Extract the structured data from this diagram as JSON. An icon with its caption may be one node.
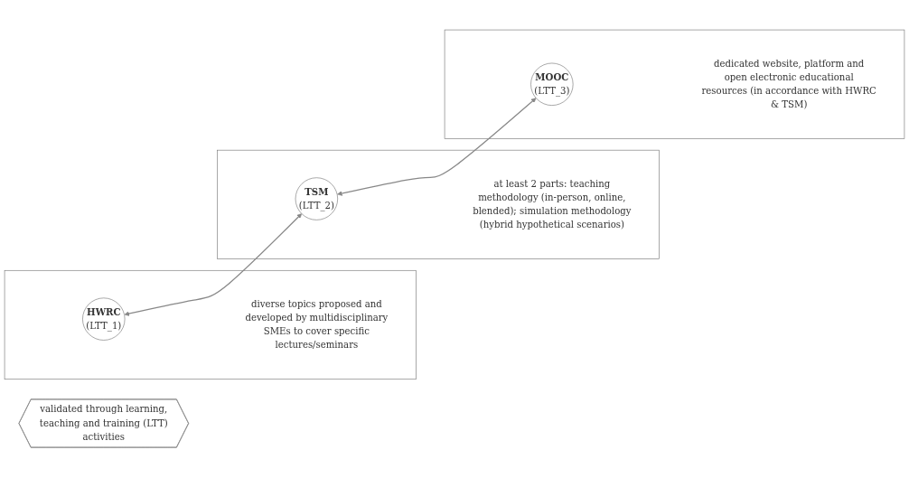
{
  "diagram": {
    "nodes": [
      {
        "text": [
          "diverse topics proposed and developed by multidisciplinary SMEs to cover specific lectures/seminars"
        ]
      },
      {
        "text": [
          "HWRC",
          "(LTT_1)"
        ],
        "in": 0
      },
      {
        "text": [
          "at least 2 parts: teaching methodology (in-person, online, blended); simulation methodology (hybrid hypothetical scenarios)"
        ]
      },
      {
        "text": [
          "TSM",
          "(LTT_2)"
        ],
        "in": 2
      },
      {
        "text": [
          "dedicated website, platform and open electronic educational resources (in accordance with HWRC & TSM)"
        ]
      },
      {
        "text": [
          "MOOC",
          "(LTT_3)"
        ],
        "in": 4
      },
      {
        "text": [
          "validated through learning, teaching and training (LTT) activities"
        ]
      }
    ],
    "edges": [
      {
        "from": 1,
        "to": 3,
        "arrow": "both"
      },
      {
        "from": 3,
        "to": 5,
        "arrow": "both"
      }
    ]
  }
}
